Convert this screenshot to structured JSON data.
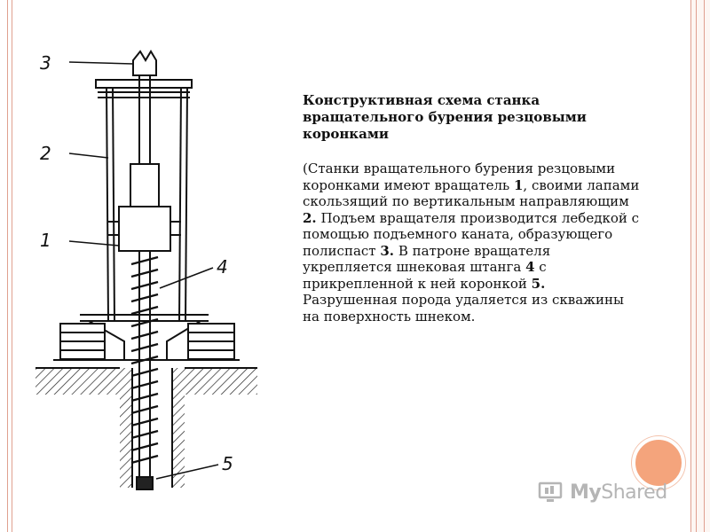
{
  "slide": {
    "title": "Конструктивная схема станка вращательного бурения резцовыми коронками",
    "body": [
      {
        "t": "(Станки вращательного бурения резцовыми коронками имеют вращатель ",
        "b": false
      },
      {
        "t": "1",
        "b": true
      },
      {
        "t": ", своими лапами скользящий по вертикальным направляющим ",
        "b": false
      },
      {
        "t": "2.",
        "b": true
      },
      {
        "t": " Подъем вращателя производится лебедкой с помощью подъемного каната, образующего полиспаст ",
        "b": false
      },
      {
        "t": "3.",
        "b": true
      },
      {
        "t": " В патроне вращателя укрепляется шнековая штанга ",
        "b": false
      },
      {
        "t": "4",
        "b": true
      },
      {
        "t": " с прикрепленной к ней коронкой ",
        "b": false
      },
      {
        "t": "5.",
        "b": true
      },
      {
        "t": " Разрушенная порода удаляется из скважины на поверхность шнеком.",
        "b": false
      }
    ]
  },
  "diagram": {
    "labels": [
      "3",
      "2",
      "1",
      "4",
      "5"
    ]
  },
  "logo": {
    "my": "My",
    "rest": "Shared"
  },
  "colors": {
    "frame": "#e0a090",
    "circle": "#f4a47c",
    "logo": "#b5b5b5"
  }
}
